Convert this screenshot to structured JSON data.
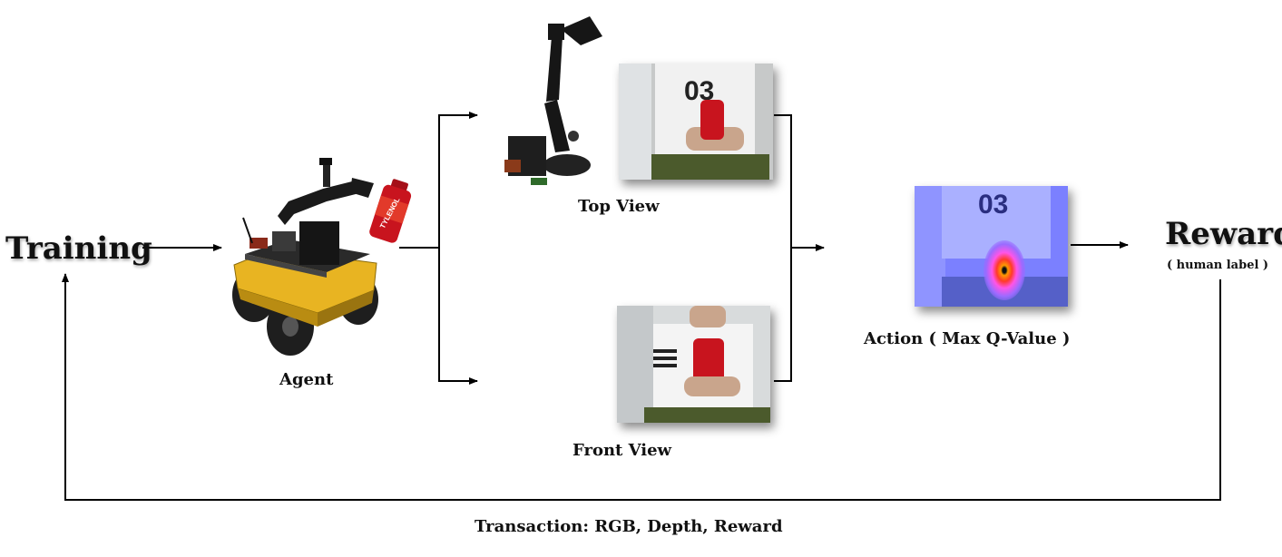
{
  "labels": {
    "training": "Training",
    "agent": "Agent",
    "top_view": "Top View",
    "front_view": "Front View",
    "action": "Action ( Max Q-Value )",
    "reward": "Reward",
    "reward_sub": "( human label )",
    "transaction": "Transaction: RGB, Depth, Reward"
  },
  "bottle_text": "TYLENOL",
  "shirt_text": "03",
  "colors": {
    "robot_body": "#e8b422",
    "robot_dark": "#1c1c1c",
    "bottle_red": "#c8141e",
    "shorts_green": "#4b5a2c",
    "heatmap_tint": "#6f78ff",
    "arrow": "#000000"
  }
}
